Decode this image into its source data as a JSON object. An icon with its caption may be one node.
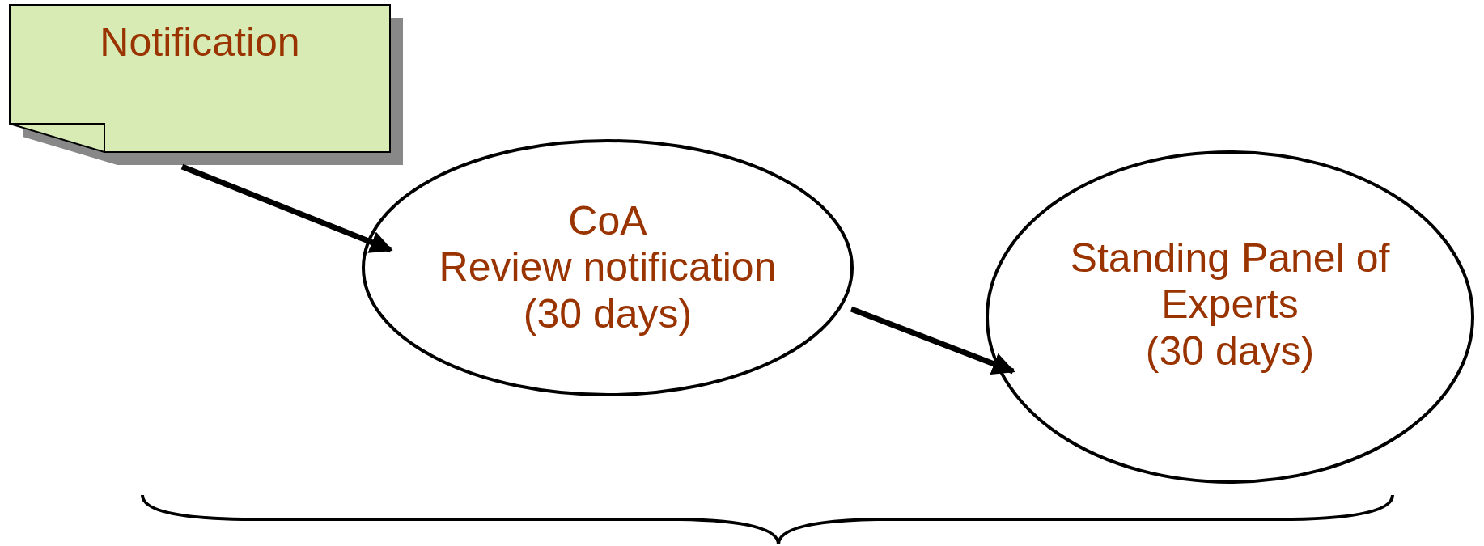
{
  "diagram": {
    "nodes": [
      {
        "text": [
          "Notification"
        ]
      },
      {
        "text": [
          "CoA",
          "Review notification",
          "(30 days)"
        ]
      },
      {
        "text": [
          "Standing Panel of Experts",
          "(30 days)"
        ]
      }
    ],
    "edges": [
      {
        "from": 0,
        "to": 1,
        "arrow": "to"
      },
      {
        "from": 1,
        "to": 2,
        "arrow": "to"
      }
    ]
  }
}
